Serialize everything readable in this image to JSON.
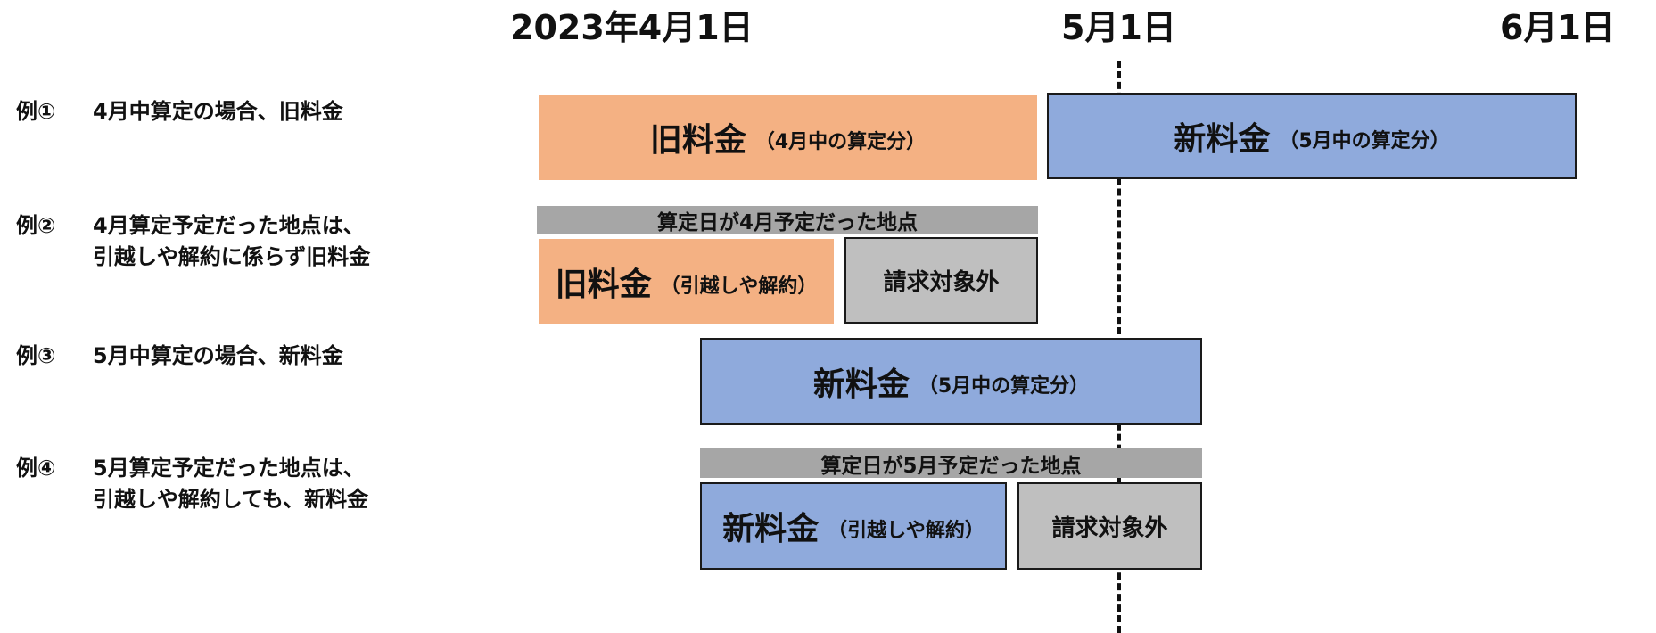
{
  "timeline": {
    "dates": [
      "2023年4月1日",
      "5月1日",
      "6月1日"
    ]
  },
  "examples": [
    {
      "num": "例①",
      "lines": [
        "4月中算定の場合、旧料金"
      ]
    },
    {
      "num": "例②",
      "lines": [
        "4月算定予定だった地点は、",
        "引越しや解約に係らず旧料金"
      ]
    },
    {
      "num": "例③",
      "lines": [
        "5月中算定の場合、新料金"
      ]
    },
    {
      "num": "例④",
      "lines": [
        "5月算定予定だった地点は、",
        "引越しや解約しても、新料金"
      ]
    }
  ],
  "boxes": {
    "ex1_old": {
      "main": "旧料金",
      "sub": "（4月中の算定分）"
    },
    "ex1_new": {
      "main": "新料金",
      "sub": "（5月中の算定分）"
    },
    "ex2_bar": "算定日が4月予定だった地点",
    "ex2_old": {
      "main": "旧料金",
      "sub": "（引越しや解約）"
    },
    "ex2_excluded": "請求対象外",
    "ex3_new": {
      "main": "新料金",
      "sub": "（5月中の算定分）"
    },
    "ex4_bar": "算定日が5月予定だった地点",
    "ex4_new": {
      "main": "新料金",
      "sub": "（引越しや解約）"
    },
    "ex4_excluded": "請求対象外"
  },
  "colors": {
    "old_fee": "#f4b183",
    "new_fee": "#8faadc",
    "excluded": "#bfbfbf",
    "bar": "#a6a6a6"
  }
}
